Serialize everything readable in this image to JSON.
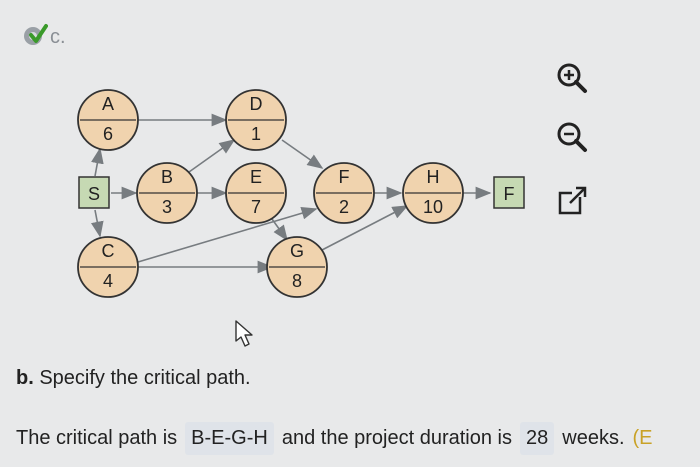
{
  "option": {
    "label": "c."
  },
  "network": {
    "nodes": [
      {
        "id": "A",
        "name": "A",
        "duration": "6"
      },
      {
        "id": "D",
        "name": "D",
        "duration": "1"
      },
      {
        "id": "B",
        "name": "B",
        "duration": "3"
      },
      {
        "id": "E",
        "name": "E",
        "duration": "7"
      },
      {
        "id": "F",
        "name": "F",
        "duration": "2"
      },
      {
        "id": "H",
        "name": "H",
        "duration": "10"
      },
      {
        "id": "C",
        "name": "C",
        "duration": "4"
      },
      {
        "id": "G",
        "name": "G",
        "duration": "8"
      }
    ],
    "start": "S",
    "finish": "F"
  },
  "toolbar": {
    "zoom_in_icon": "zoom-in-icon",
    "zoom_out_icon": "zoom-out-icon",
    "popout_icon": "external-link-icon"
  },
  "question": {
    "part": "b.",
    "text": "Specify the critical path."
  },
  "answer": {
    "prefix": "The critical path is",
    "critical_path": "B-E-G-H",
    "middle": "and the project duration is",
    "duration": "28",
    "suffix": "weeks.",
    "trail": "(E"
  },
  "colors": {
    "node_fill": "#f0d3ae",
    "box_fill": "#c6d9b3",
    "arrow": "#777c80",
    "check": "#3a9a2a",
    "answer_box": "#dfe3e9"
  }
}
